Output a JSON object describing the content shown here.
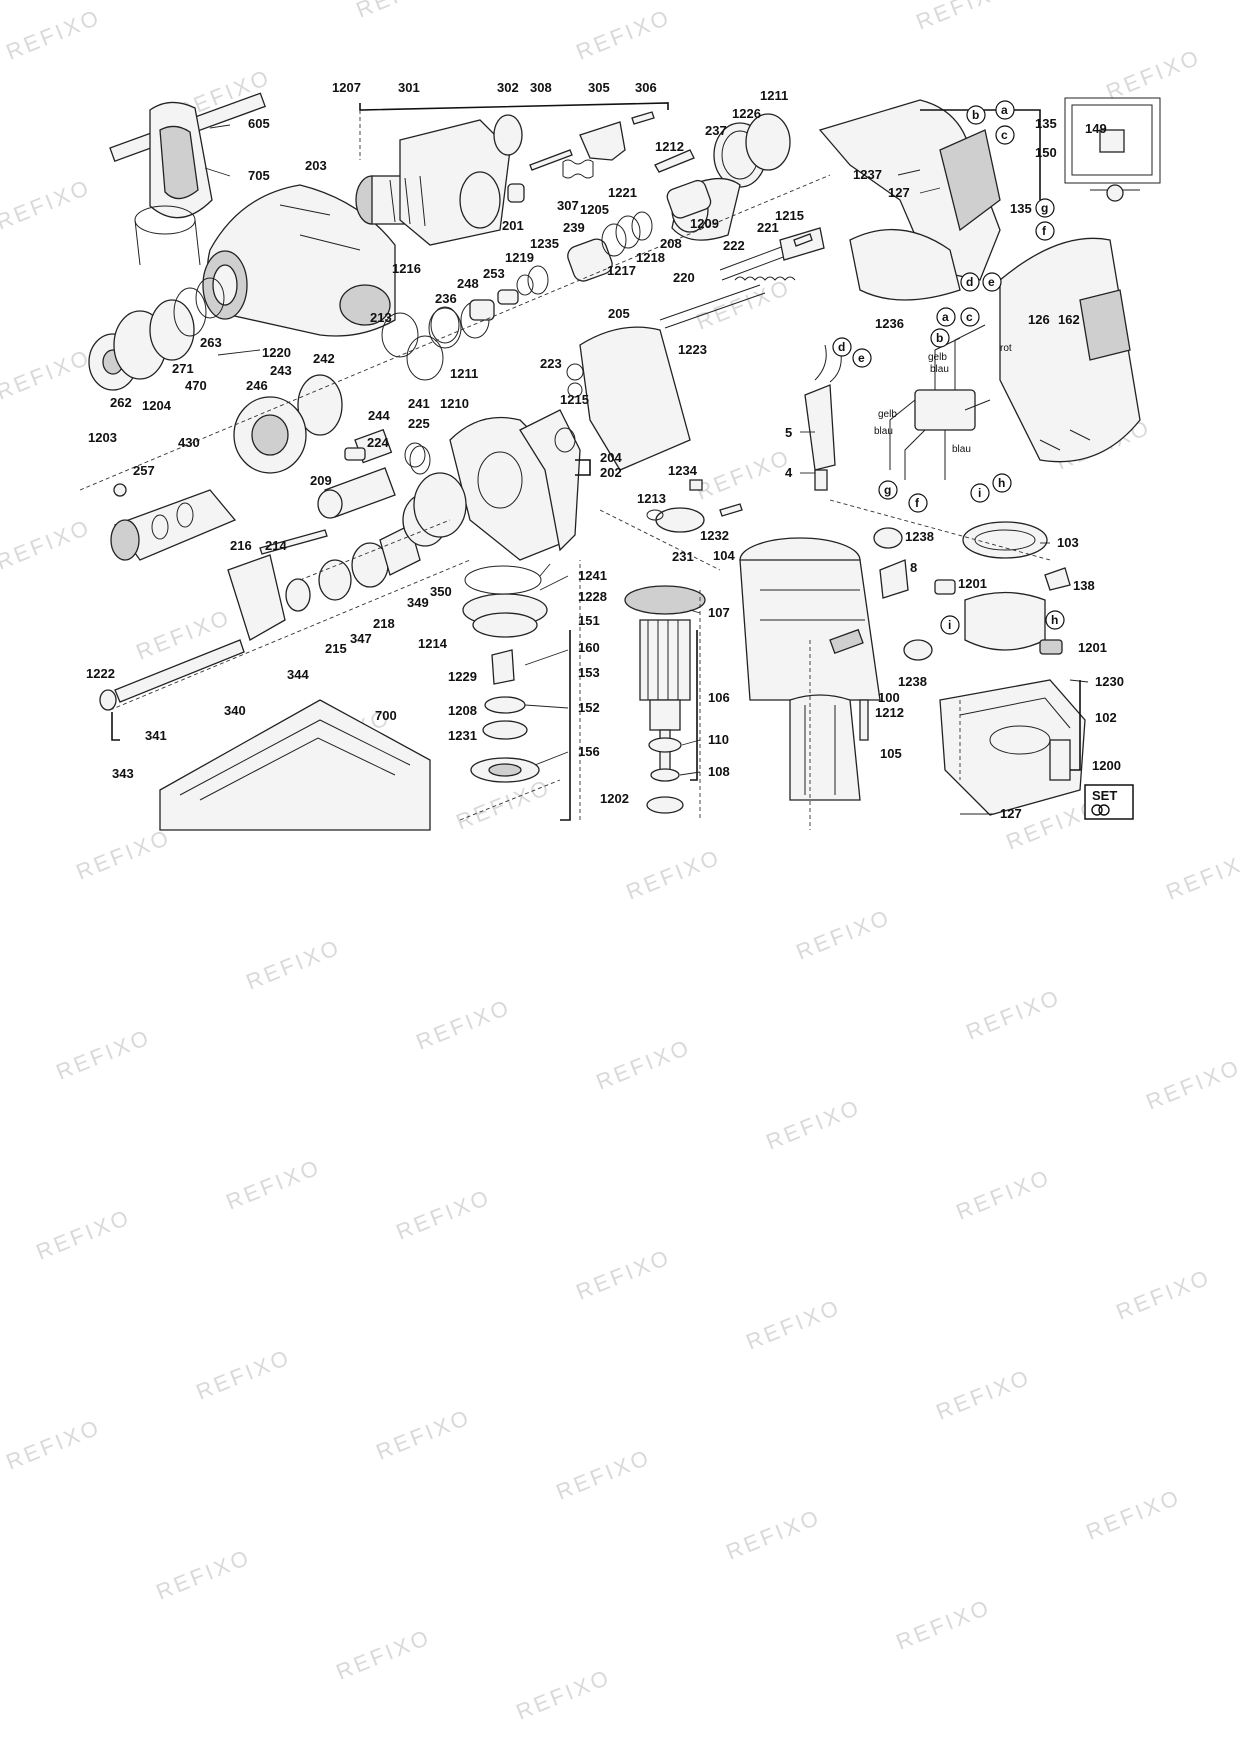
{
  "watermark": "REFIXO",
  "part_numbers": [
    "1207",
    "301",
    "302",
    "308",
    "305",
    "306",
    "605",
    "705",
    "203",
    "1211",
    "1226",
    "237",
    "1212",
    "201",
    "307",
    "1205",
    "1221",
    "239",
    "1235",
    "208",
    "1209",
    "1216",
    "1219",
    "253",
    "1217",
    "1218",
    "1215",
    "221",
    "222",
    "236",
    "248",
    "220",
    "213",
    "263",
    "1220",
    "1211b",
    "271",
    "470",
    "1204",
    "262",
    "1203",
    "242",
    "243",
    "246",
    "244",
    "241",
    "1210",
    "205",
    "223",
    "1223",
    "1215b",
    "225",
    "224",
    "430",
    "257",
    "209",
    "204",
    "202",
    "1234",
    "1213",
    "1232",
    "231",
    "216",
    "214",
    "350",
    "349",
    "218",
    "215",
    "347",
    "344",
    "1222",
    "340",
    "341",
    "343",
    "700",
    "1241",
    "1228",
    "151",
    "160",
    "1214",
    "153",
    "1229",
    "152",
    "1208",
    "1231",
    "156",
    "107",
    "106",
    "110",
    "108",
    "1202",
    "104",
    "1238",
    "8",
    "100",
    "1238b",
    "1212b",
    "105",
    "103",
    "1201",
    "138",
    "1201b",
    "1230",
    "102",
    "1200",
    "127",
    "1237",
    "127b",
    "135",
    "149",
    "150",
    "135b",
    "1236",
    "126",
    "162",
    "5",
    "4"
  ],
  "connection_letters": [
    "a",
    "b",
    "c",
    "g",
    "f",
    "d",
    "e",
    "h",
    "i"
  ],
  "wire_labels": [
    "gelb",
    "blau",
    "rot",
    "gelb",
    "blau",
    "blau"
  ],
  "set_badge": "SET"
}
